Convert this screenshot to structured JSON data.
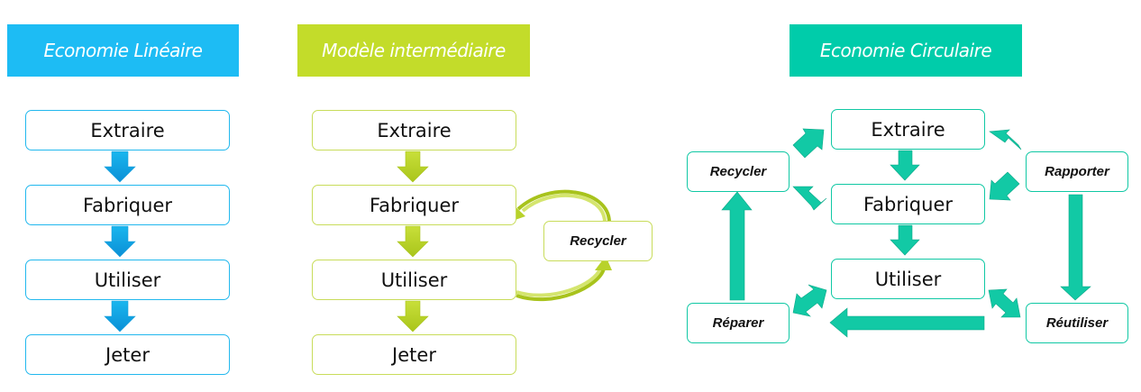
{
  "colors": {
    "blue": "#1dbcf4",
    "lime": "#c3dc2a",
    "teal": "#00ccaa"
  },
  "linear": {
    "title": "Economie Linéaire",
    "steps": [
      "Extraire",
      "Fabriquer",
      "Utiliser",
      "Jeter"
    ]
  },
  "intermediate": {
    "title": "Modèle intermédiaire",
    "steps": [
      "Extraire",
      "Fabriquer",
      "Utiliser",
      "Jeter"
    ],
    "loop": "Recycler"
  },
  "circular": {
    "title": "Economie Circulaire",
    "center": [
      "Extraire",
      "Fabriquer",
      "Utiliser"
    ],
    "recycler": "Recycler",
    "rapporter": "Rapporter",
    "reparer": "Réparer",
    "reutiliser": "Réutiliser"
  }
}
